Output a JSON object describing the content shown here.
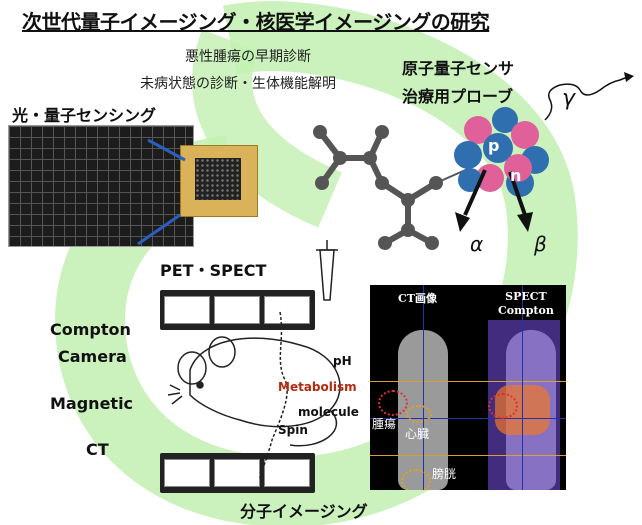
{
  "title": "次世代量子イメージング・核医学イメージングの研究",
  "subtitles": [
    "悪性腫瘍の早期診断",
    "未病状態の診断・生体機能解明"
  ],
  "atomic_sensor": {
    "line1": "原子量子センサ",
    "line2": "治療用プローブ"
  },
  "light_sensing": "光・量子センシング",
  "particles": {
    "gamma": "γ",
    "alpha": "α",
    "beta": "β",
    "proton": "p",
    "neutron": "n"
  },
  "modalities": {
    "pet_spect": "PET・SPECT",
    "compton": "Compton",
    "camera": "Camera",
    "magnetic": "Magnetic",
    "ct": "CT"
  },
  "mouse_labels": {
    "ph": "pH",
    "metabolism": "Metabolism",
    "molecule": "molecule",
    "spin": "Spin"
  },
  "ct_panel": {
    "left_title": "CT画像",
    "right_title_1": "SPECT",
    "right_title_2": "Compton",
    "tumor": "腫瘍",
    "heart": "心臓",
    "bladder": "膀胱"
  },
  "footer": "分子イメージング",
  "colors": {
    "swirl": "#b8eea8",
    "metabolism": "#b22a10",
    "proton": "#e0609a",
    "neutron": "#2f6fb0"
  }
}
